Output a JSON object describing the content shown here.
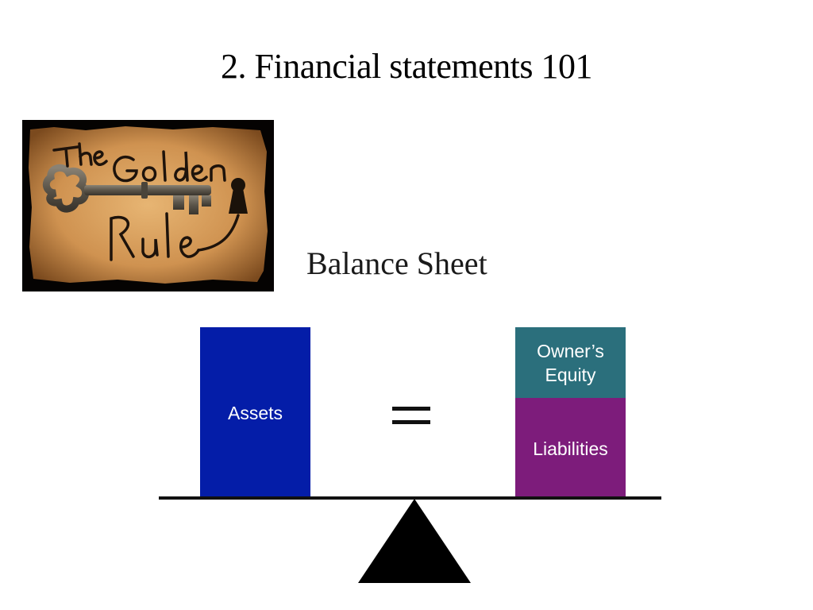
{
  "slide": {
    "title": "2. Financial statements 101",
    "subtitle": "Balance Sheet"
  },
  "photo": {
    "words": [
      "The",
      "Golden",
      "Rule"
    ]
  },
  "diagram": {
    "left_blocks": [
      {
        "label": "Assets",
        "color": "#041da8"
      }
    ],
    "operator": "=",
    "right_blocks": [
      {
        "label": "Owner’s\nEquity",
        "color": "#2b6f7c"
      },
      {
        "label": "Liabilities",
        "color": "#7d1c7b"
      }
    ],
    "beam_color": "#111111"
  }
}
